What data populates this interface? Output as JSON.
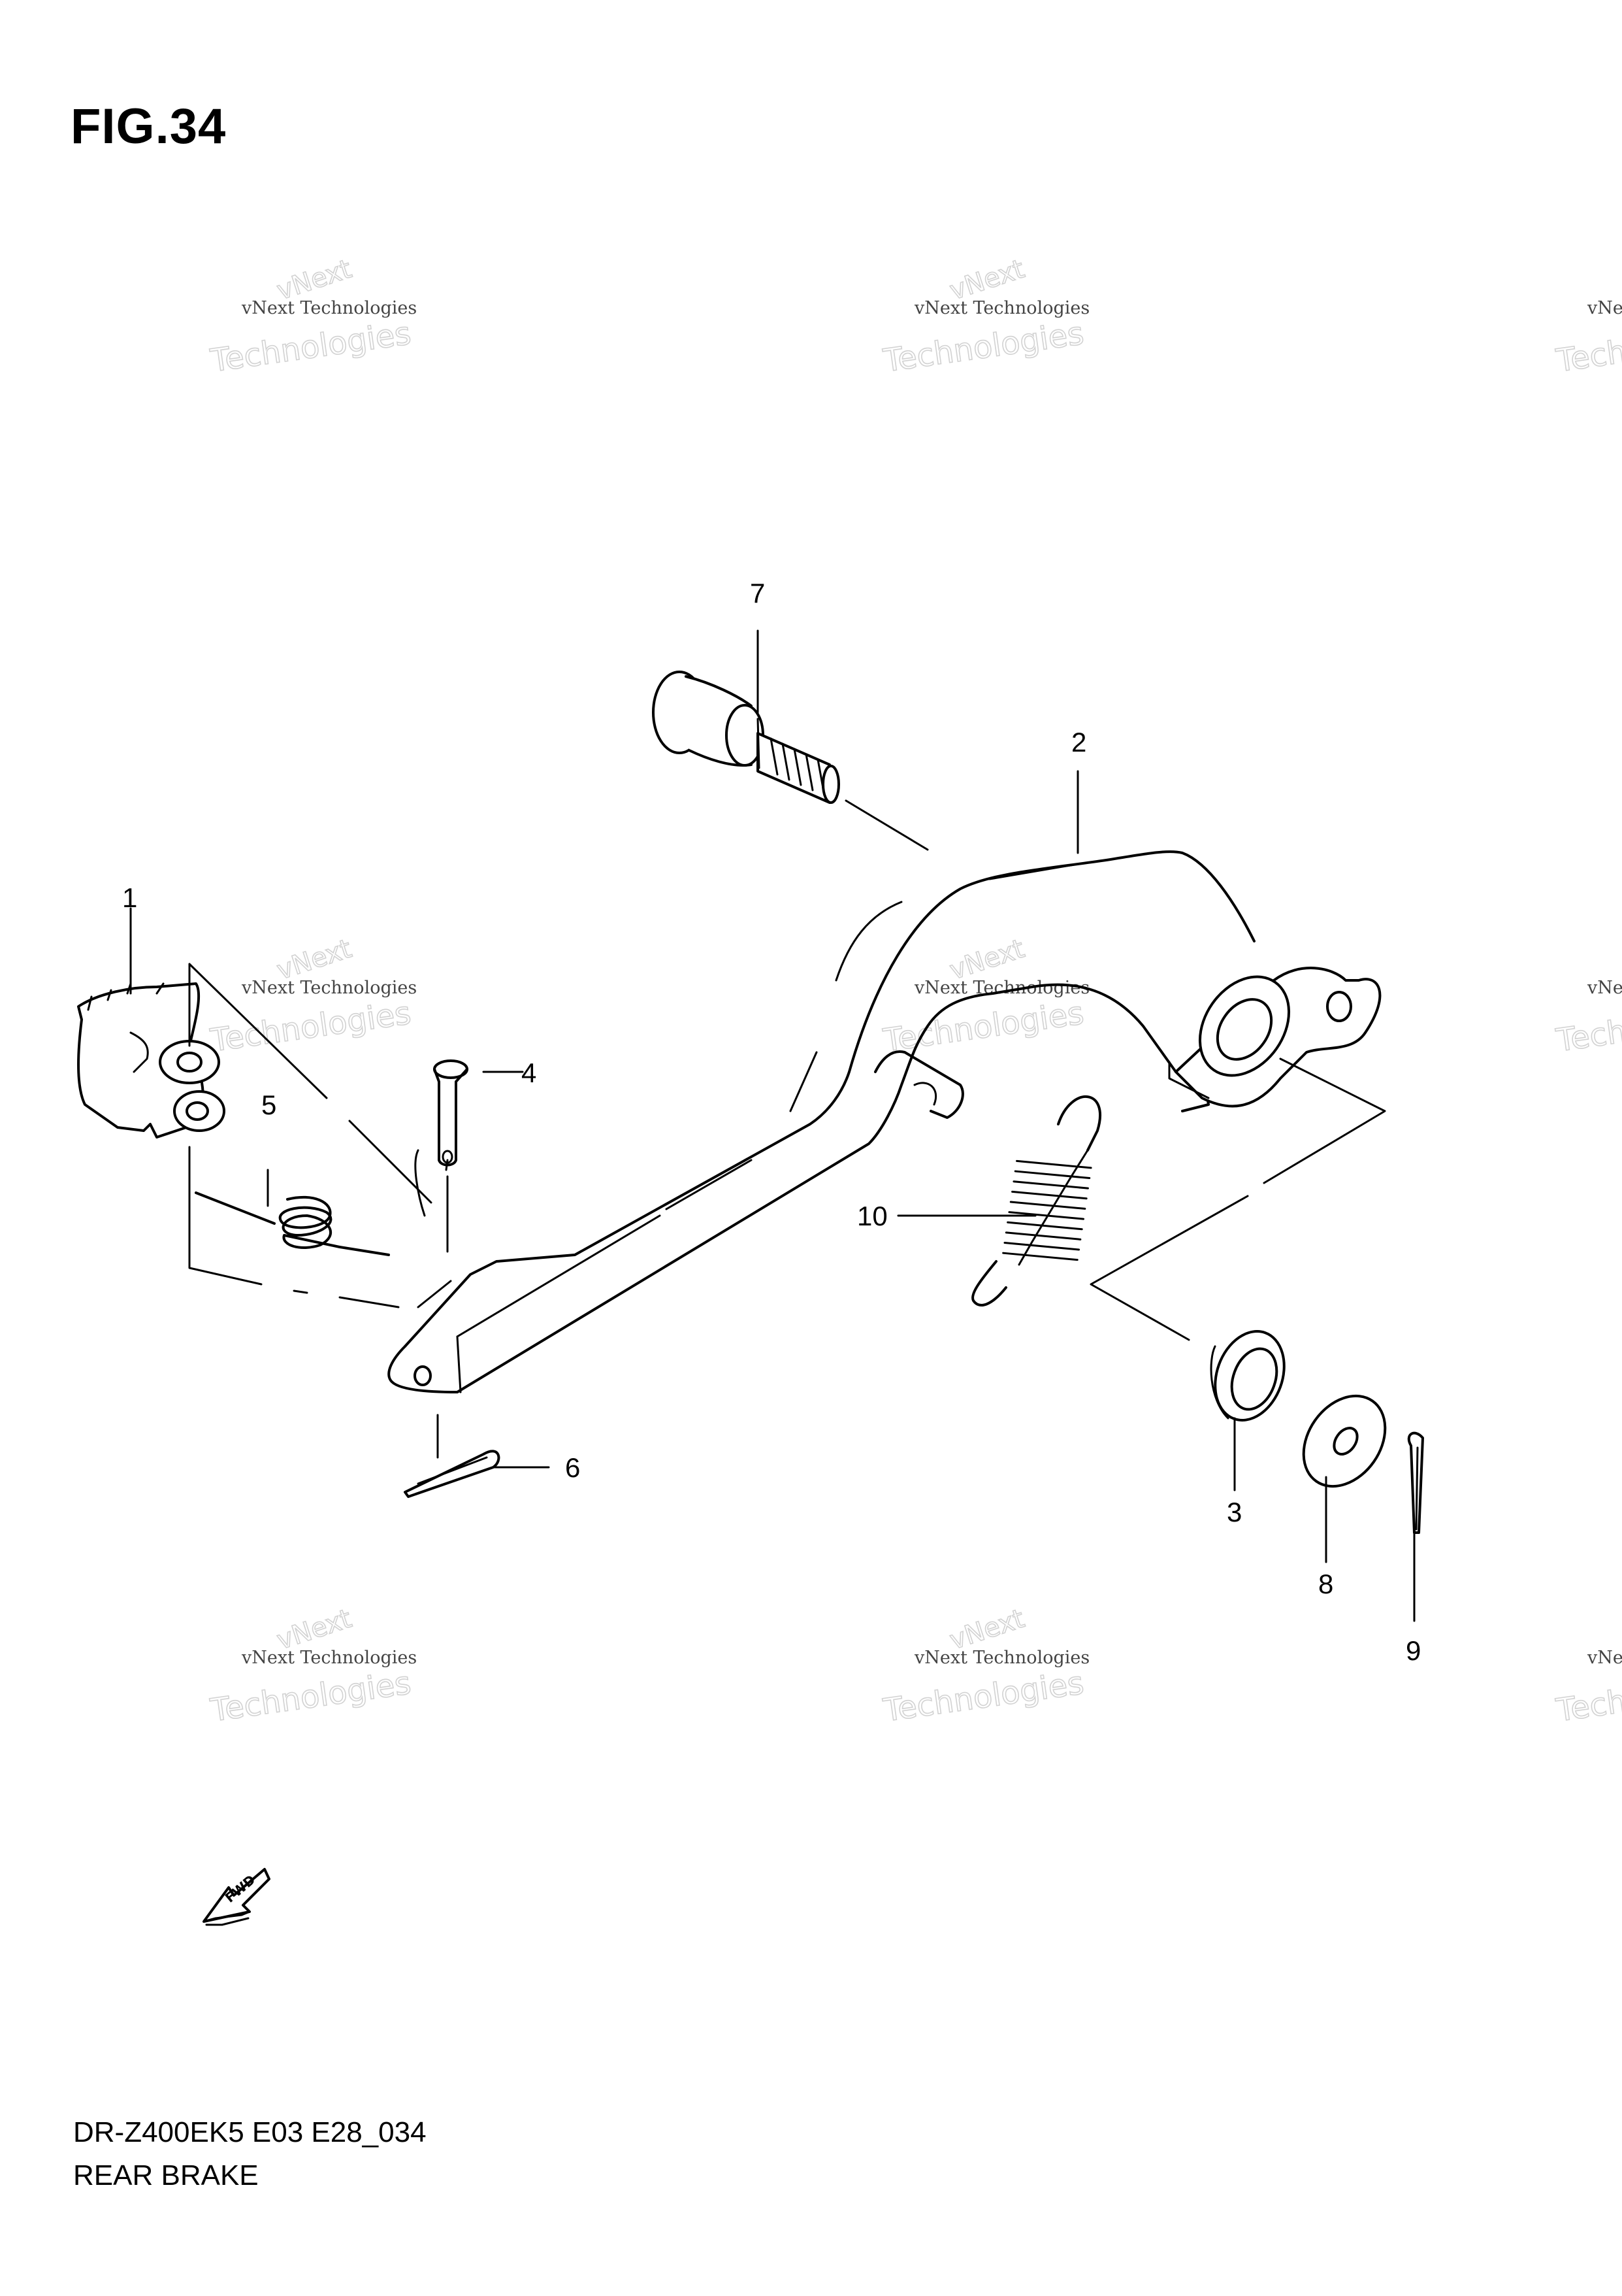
{
  "figure": {
    "title": "FIG.34"
  },
  "footer": {
    "model_code": "DR-Z400EK5 E03 E28_034",
    "caption": "REAR BRAKE"
  },
  "callouts": [
    "1",
    "2",
    "3",
    "4",
    "5",
    "6",
    "7",
    "8",
    "9",
    "10"
  ],
  "fwd_label": "FWD",
  "watermark": {
    "line1": "vNext Technologies",
    "line2": "vNext",
    "line3": "Technologies"
  }
}
